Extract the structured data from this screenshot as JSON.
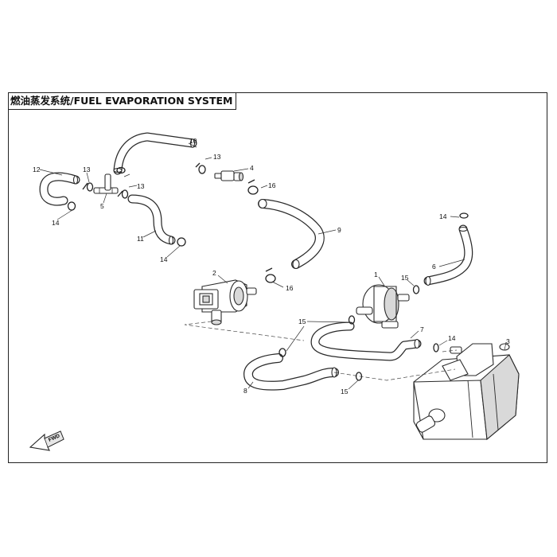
{
  "title": "燃油蒸发系统/FUEL EVAPORATION SYSTEM",
  "fwd_label": "FWD",
  "callouts": {
    "c1": "1",
    "c2": "2",
    "c3": "3",
    "c4": "4",
    "c5": "5",
    "c6": "6",
    "c7": "7",
    "c8": "8",
    "c9": "9",
    "c10": "10",
    "c11": "11",
    "c12": "12",
    "c13a": "13",
    "c13b": "13",
    "c13c": "13",
    "c14a": "14",
    "c14b": "14",
    "c14c": "14",
    "c14d": "14",
    "c15a": "15",
    "c15b": "15",
    "c15c": "15",
    "c16a": "16",
    "c16b": "16"
  }
}
